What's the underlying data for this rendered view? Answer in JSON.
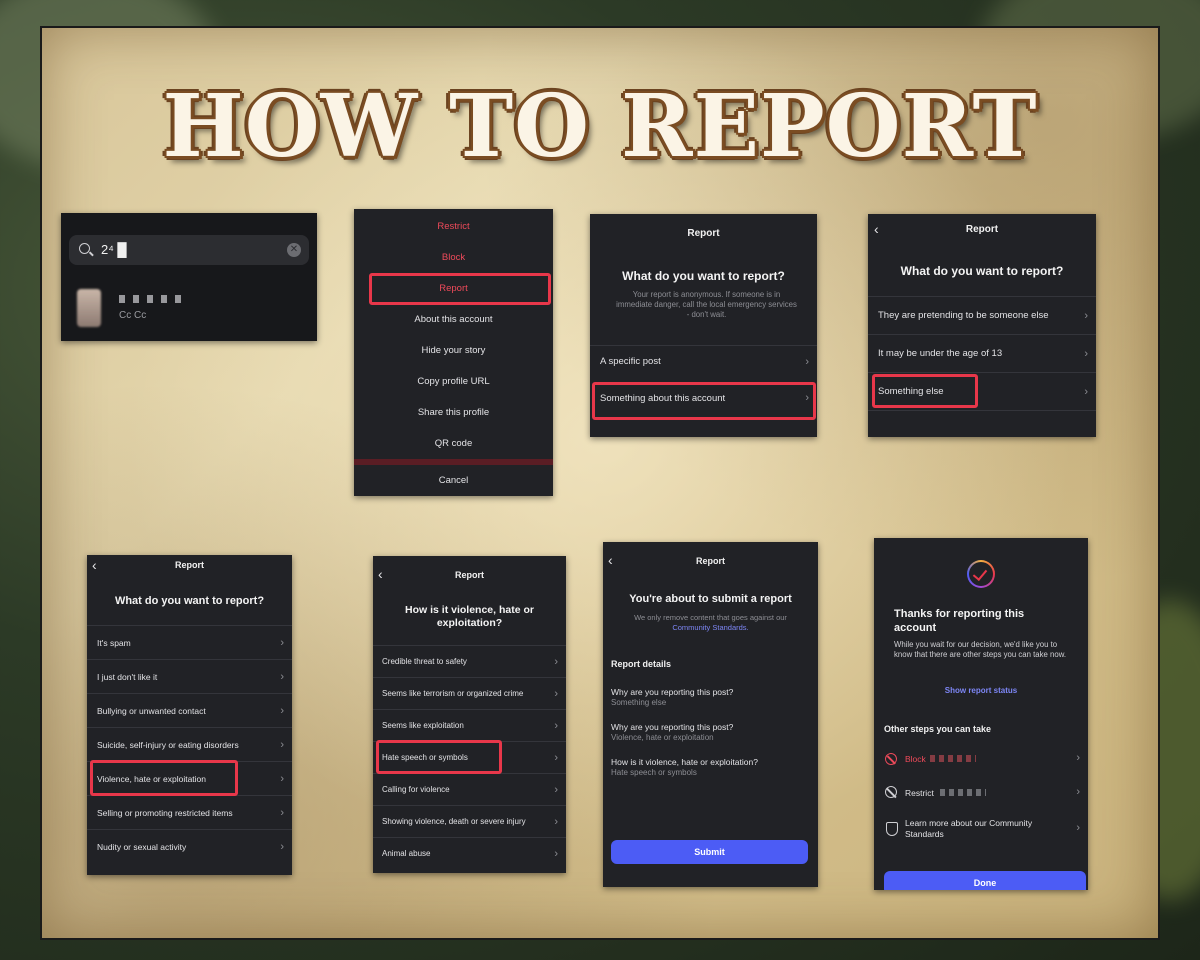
{
  "title": "HOW TO REPORT",
  "p1": {
    "search_value": "2⁴ █",
    "result_subtitle": "Cc Cc"
  },
  "p2": {
    "items": [
      "Restrict",
      "Block",
      "Report",
      "About this account",
      "Hide your story",
      "Copy profile URL",
      "Share this profile",
      "QR code"
    ],
    "cancel": "Cancel"
  },
  "p3": {
    "header": "Report",
    "question": "What do you want to report?",
    "note": "Your report is anonymous. If someone is in immediate danger, call the local emergency services - don't wait.",
    "rows": [
      "A specific post",
      "Something about this account"
    ]
  },
  "p4": {
    "header": "Report",
    "question": "What do you want to report?",
    "rows": [
      "They are pretending to be someone else",
      "It may be under the age of 13",
      "Something else"
    ]
  },
  "p5": {
    "header": "Report",
    "question": "What do you want to report?",
    "rows": [
      "It's spam",
      "I just don't like it",
      "Bullying or unwanted contact",
      "Suicide, self-injury or eating disorders",
      "Violence, hate or exploitation",
      "Selling or promoting restricted items",
      "Nudity or sexual activity"
    ]
  },
  "p6": {
    "header": "Report",
    "question_line1": "How is it violence, hate or",
    "question_line2": "exploitation?",
    "rows": [
      "Credible threat to safety",
      "Seems like terrorism or organized crime",
      "Seems like exploitation",
      "Hate speech or symbols",
      "Calling for violence",
      "Showing violence, death or severe injury",
      "Animal abuse"
    ]
  },
  "p7": {
    "header": "Report",
    "title": "You're about to submit a report",
    "note": "We only remove content that goes against our",
    "link": "Community Standards.",
    "details_title": "Report details",
    "details": [
      {
        "q": "Why are you reporting this post?",
        "a": "Something else"
      },
      {
        "q": "Why are you reporting this post?",
        "a": "Violence, hate or exploitation"
      },
      {
        "q": "How is it violence, hate or exploitation?",
        "a": "Hate speech or symbols"
      }
    ],
    "submit": "Submit"
  },
  "p8": {
    "title_line1": "Thanks for reporting this",
    "title_line2": "account",
    "note": "While you wait for our decision, we'd like you to know that there are other steps you can take now.",
    "status_link": "Show report status",
    "steps_title": "Other steps you can take",
    "block": "Block",
    "restrict": "Restrict",
    "learn_line1": "Learn more about our Community",
    "learn_line2": "Standards",
    "done": "Done"
  },
  "colors": {
    "highlight": "#e8374a",
    "accent_blue": "#4c5cf5",
    "danger_red": "#ee4a5a",
    "link_blue": "#7d86f5"
  }
}
